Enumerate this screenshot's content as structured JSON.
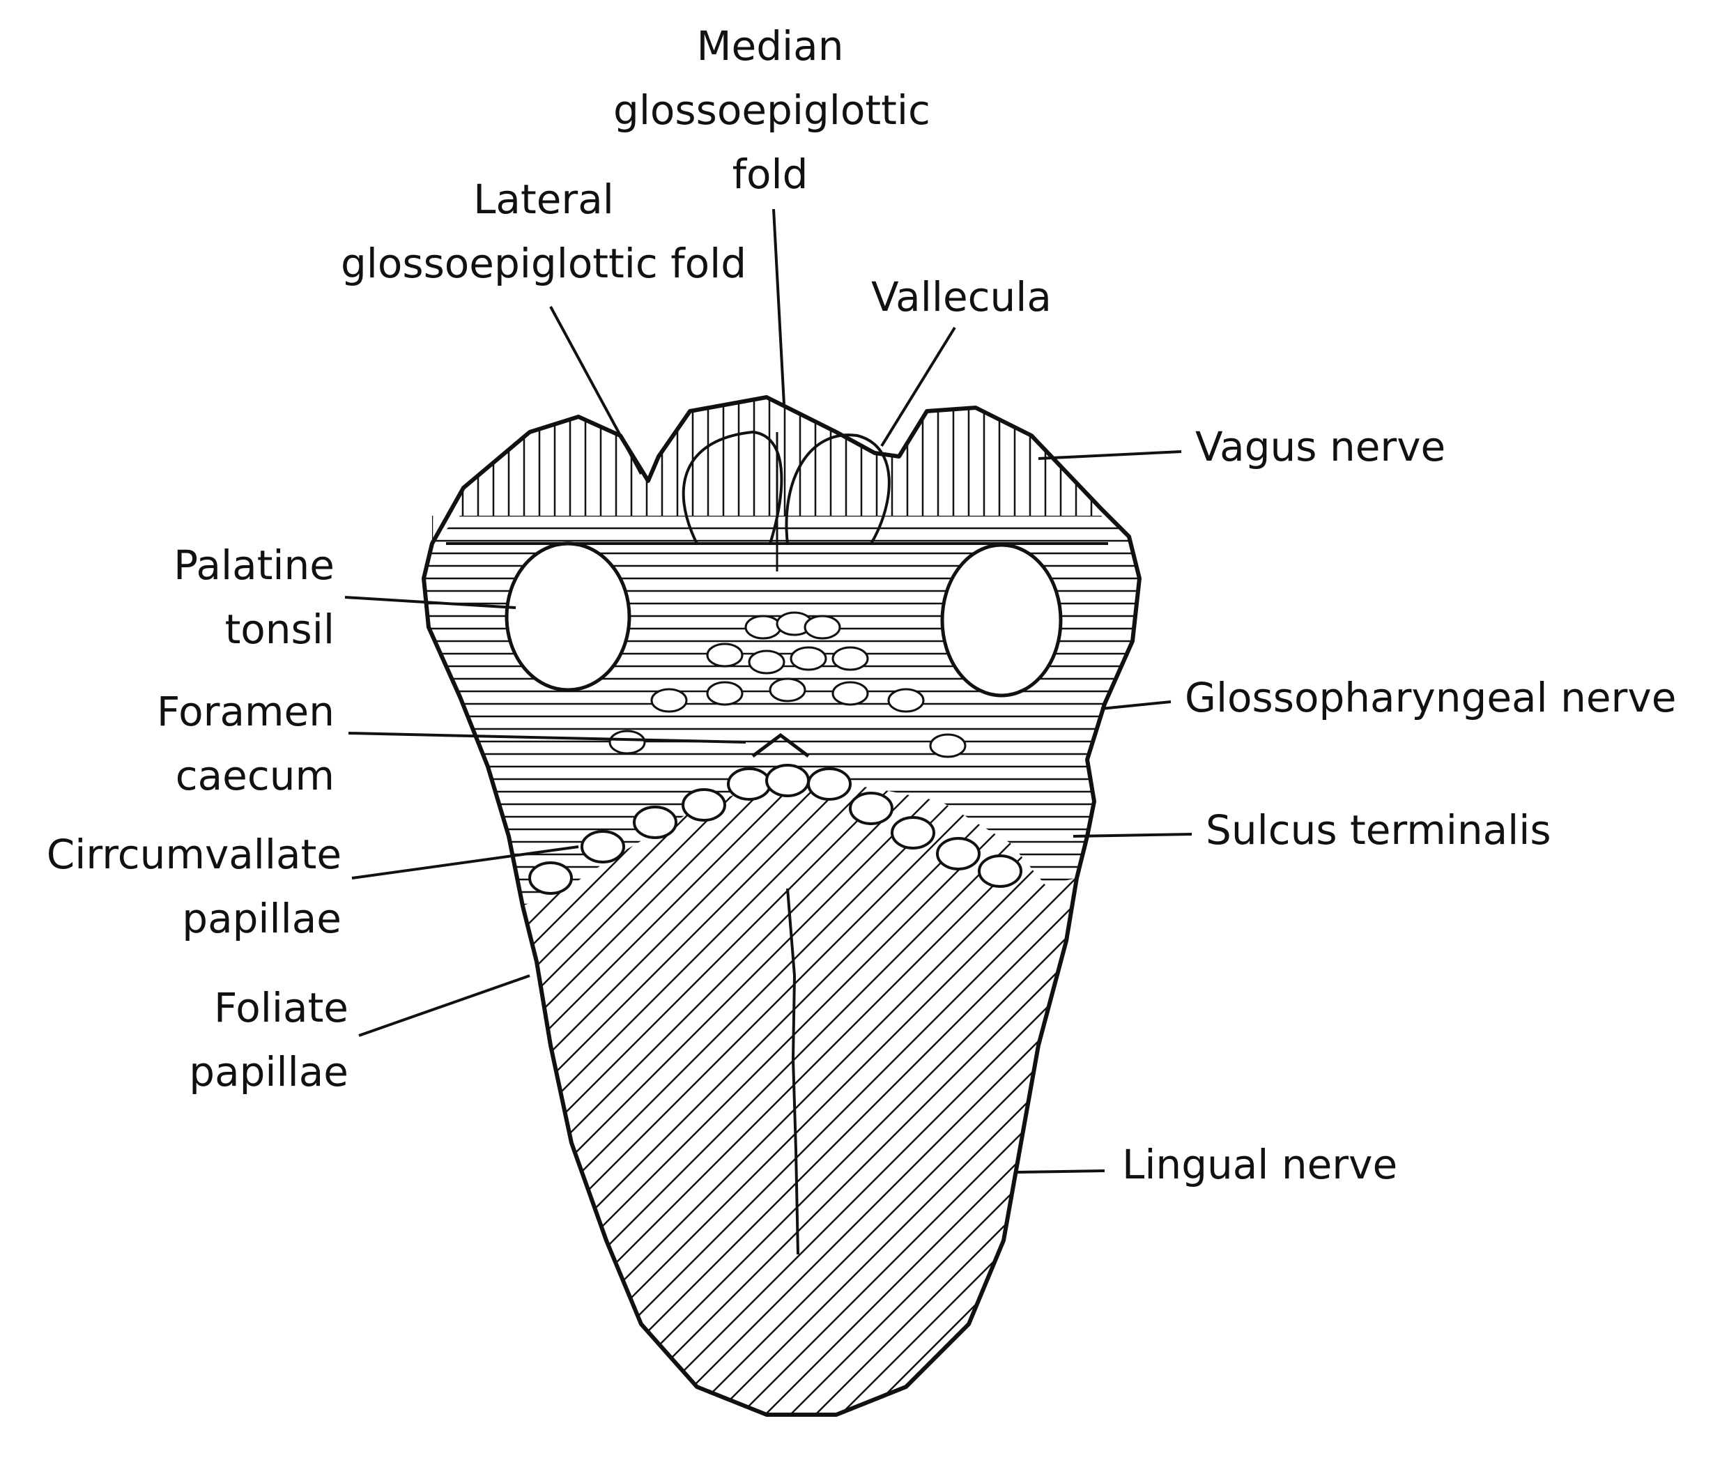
{
  "labels": {
    "median": [
      "Median",
      "glossoepiglottic",
      "fold"
    ],
    "lateral": [
      "Lateral",
      "glossoepiglottic fold"
    ],
    "vallecula": [
      "Vallecula"
    ],
    "vagus": [
      "Vagus nerve"
    ],
    "palatine": [
      "Palatine",
      "tonsil"
    ],
    "glosso": [
      "Glossopharyngeal nerve"
    ],
    "foramen": [
      "Foramen",
      "caecum"
    ],
    "sulcus": [
      "Sulcus terminalis"
    ],
    "circum": [
      "Cirrcumvallate",
      "papillae"
    ],
    "foliate": [
      "Foliate",
      "papillae"
    ],
    "lingual": [
      "Lingual nerve"
    ]
  },
  "colors": {
    "ink": "#111111",
    "paper": "#ffffff"
  }
}
